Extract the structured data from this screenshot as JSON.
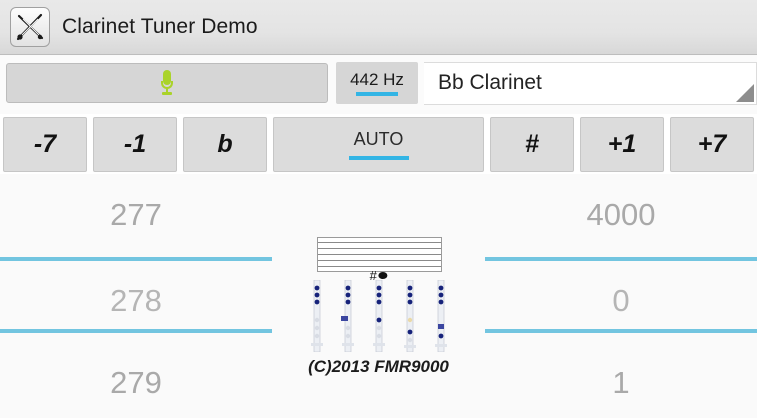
{
  "window": {
    "title": "Clarinet Tuner Demo",
    "app_icon": "crossed-clarinets-icon"
  },
  "toolbar": {
    "mic_button": {
      "icon": "microphone-icon",
      "icon_color": "#aad32a",
      "label": ""
    },
    "reference_tab": {
      "label": "442 Hz",
      "selected": true,
      "underline_color": "#33b5e5"
    },
    "instrument_select": {
      "value": "Bb Clarinet",
      "spinner_icon": "dropdown-triangle-icon"
    }
  },
  "transpose_row": {
    "buttons": [
      {
        "label": "-7",
        "name": "transpose-minus-7"
      },
      {
        "label": "-1",
        "name": "transpose-minus-1"
      },
      {
        "label": "b",
        "name": "flat-button"
      },
      {
        "label": "AUTO",
        "name": "auto-button",
        "selected": true,
        "underline_color": "#33b5e5"
      },
      {
        "label": "#",
        "name": "sharp-button"
      },
      {
        "label": "+1",
        "name": "transpose-plus-1"
      },
      {
        "label": "+7",
        "name": "transpose-plus-7"
      }
    ]
  },
  "display": {
    "left_spinner": {
      "name": "frequency-spinner",
      "previous": "277",
      "current": "278",
      "next": "279",
      "rule_color": "#72c5e0"
    },
    "right_spinner": {
      "name": "cents-spinner",
      "previous": "4000",
      "current": "0",
      "next": "1",
      "rule_color": "#72c5e0"
    },
    "notation": {
      "staff_lines": 5,
      "note_accidental": "#",
      "note_position": "below-staff"
    },
    "fingering_charts": {
      "count": 5,
      "icon": "clarinet-fingering-icon",
      "key_color": "#16227a"
    },
    "copyright": "(C)2013 FMR9000"
  }
}
